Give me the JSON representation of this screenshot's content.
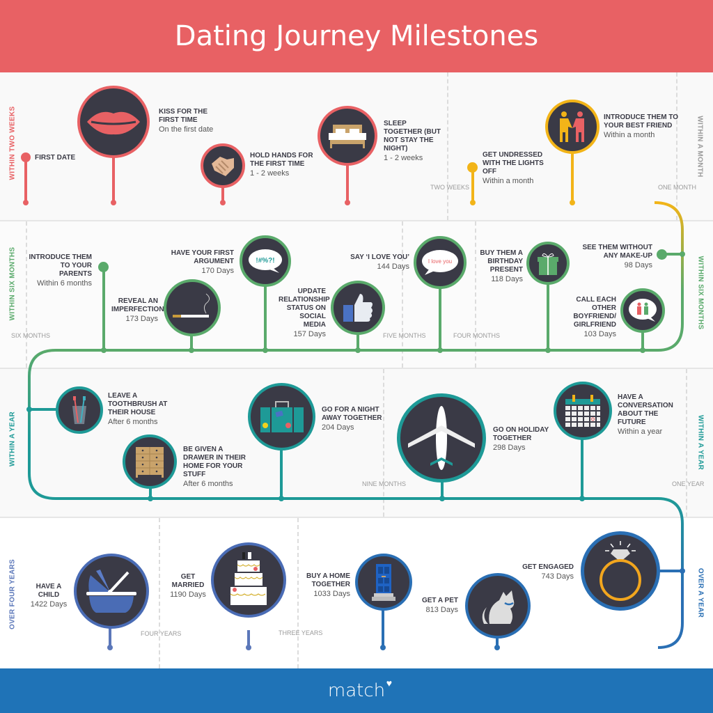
{
  "header": {
    "title": "Dating Journey Milestones"
  },
  "footer": {
    "logo": "match",
    "logo_heart": "♥"
  },
  "colors": {
    "red": "#e86164",
    "yellow": "#f2b418",
    "green": "#5aaa6b",
    "teal": "#1e9a97",
    "blue": "#2a6fb4",
    "dark": "#3a3a46"
  },
  "bands": [
    {
      "left_label": "WITHIN TWO WEEKS",
      "right_label": "WITHIN A MONTH"
    },
    {
      "left_label": "WITHIN SIX MONTHS",
      "right_label": "WITHIN SIX MONTHS"
    },
    {
      "left_label": "WITHIN A YEAR",
      "right_label": "WITHIN A YEAR"
    },
    {
      "left_label": "OVER FOUR YEARS",
      "right_label": "OVER A YEAR"
    }
  ],
  "ticks": [
    "TWO WEEKS",
    "ONE MONTH",
    "SIX MONTHS",
    "FIVE MONTHS",
    "FOUR MONTHS",
    "NINE MONTHS",
    "ONE YEAR",
    "FOUR YEARS",
    "THREE YEARS"
  ],
  "milestones": [
    {
      "title": "FIRST DATE",
      "value": "",
      "icon": "dot"
    },
    {
      "title": "KISS FOR THE FIRST TIME",
      "value": "On the first date",
      "icon": "lips-icon"
    },
    {
      "title": "HOLD HANDS FOR THE FIRST TIME",
      "value": "1 - 2 weeks",
      "icon": "handshake-icon"
    },
    {
      "title": "SLEEP TOGETHER (BUT NOT STAY THE NIGHT)",
      "value": "1 - 2 weeks",
      "icon": "bed-icon"
    },
    {
      "title": "GET UNDRESSED WITH THE LIGHTS OFF",
      "value": "Within a month",
      "icon": "dot"
    },
    {
      "title": "INTRODUCE THEM TO YOUR BEST FRIEND",
      "value": "Within a month",
      "icon": "couple-icon"
    },
    {
      "title": "SEE THEM WITHOUT ANY MAKE-UP",
      "value": "98 Days",
      "icon": "dot"
    },
    {
      "title": "CALL EACH OTHER BOYFRIEND/ GIRLFRIEND",
      "value": "103 Days",
      "icon": "couple-speech-icon"
    },
    {
      "title": "BUY THEM A BIRTHDAY PRESENT",
      "value": "118 Days",
      "icon": "gift-icon"
    },
    {
      "title": "SAY ‘I LOVE YOU’",
      "value": "144 Days",
      "icon": "speech-bubble-icon",
      "bubble_text": "I love you"
    },
    {
      "title": "UPDATE RELATIONSHIP STATUS ON SOCIAL MEDIA",
      "value": "157 Days",
      "icon": "thumbs-up-icon"
    },
    {
      "title": "HAVE YOUR FIRST ARGUMENT",
      "value": "170 Days",
      "icon": "speech-bubble-icon",
      "bubble_text": "!#%?!"
    },
    {
      "title": "REVEAL AN IMPERFECTION",
      "value": "173 Days",
      "icon": "cigarette-icon"
    },
    {
      "title": "INTRODUCE THEM TO YOUR PARENTS",
      "value": "Within 6 months",
      "icon": "dot"
    },
    {
      "title": "LEAVE A TOOTHBRUSH AT THEIR HOUSE",
      "value": "After 6 months",
      "icon": "toothbrush-icon"
    },
    {
      "title": "BE GIVEN A DRAWER IN THEIR HOME FOR YOUR STUFF",
      "value": "After 6 months",
      "icon": "drawer-icon"
    },
    {
      "title": "GO FOR A NIGHT AWAY TOGETHER",
      "value": "204 Days",
      "icon": "suitcase-icon"
    },
    {
      "title": "GO ON HOLIDAY TOGETHER",
      "value": "298 Days",
      "icon": "airplane-icon"
    },
    {
      "title": "HAVE A CONVERSATION ABOUT THE FUTURE",
      "value": "Within a year",
      "icon": "calendar-icon"
    },
    {
      "title": "GET ENGAGED",
      "value": "743 Days",
      "icon": "ring-icon"
    },
    {
      "title": "GET A PET",
      "value": "813 Days",
      "icon": "cat-icon"
    },
    {
      "title": "BUY A HOME TOGETHER",
      "value": "1033 Days",
      "icon": "door-icon"
    },
    {
      "title": "GET MARRIED",
      "value": "1190 Days",
      "icon": "cake-icon"
    },
    {
      "title": "HAVE A CHILD",
      "value": "1422 Days",
      "icon": "pram-icon"
    }
  ]
}
